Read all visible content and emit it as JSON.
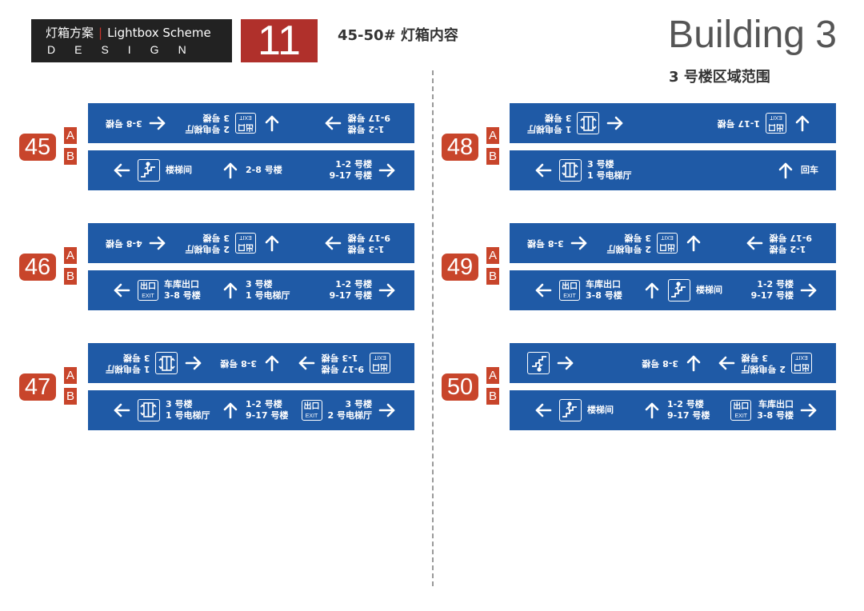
{
  "header": {
    "title_cn": "灯箱方案",
    "title_en": "Lightbox Scheme",
    "design": "DESIGN",
    "page_number": "11",
    "subtitle": "45-50# 灯箱内容",
    "building": "Building 3",
    "building_cn": "3 号楼区域范围"
  },
  "labels": {
    "a": "A",
    "b": "B"
  },
  "exit": {
    "cn": "出口",
    "en": "EXIT"
  },
  "groups": [
    {
      "number": "45",
      "a": {
        "left": {
          "arrow": "right",
          "text": [
            "1-2 号楼",
            "9-17 号楼"
          ]
        },
        "middle": {
          "arrow": "down",
          "icon": "exit-icon",
          "text": [
            "2 号电梯厅",
            "3 号楼"
          ]
        },
        "right": {
          "arrow": "left",
          "text": [
            "3-8 号楼"
          ]
        }
      },
      "b": {
        "left": {
          "arrow": "left",
          "icon": "stairs-icon",
          "text": [
            "楼梯间"
          ]
        },
        "middle": {
          "arrow": "up",
          "text": [
            "2-8 号楼"
          ]
        },
        "right": {
          "arrow": "right",
          "text": [
            "1-2 号楼",
            "9-17 号楼"
          ]
        }
      }
    },
    {
      "number": "46",
      "a": {
        "left": {
          "arrow": "right",
          "text": [
            "1-3 号楼",
            "9-17 号楼"
          ]
        },
        "middle": {
          "arrow": "down",
          "icon": "exit-icon",
          "text": [
            "2 号电梯厅",
            "3 号楼"
          ]
        },
        "right": {
          "arrow": "left",
          "text": [
            "4-8 号楼"
          ]
        }
      },
      "b": {
        "left": {
          "arrow": "left",
          "icon": "exit-icon",
          "text": [
            "车库出口",
            "3-8 号楼"
          ]
        },
        "middle": {
          "arrow": "up",
          "text": [
            "3 号楼",
            "1 号电梯厅"
          ]
        },
        "right": {
          "arrow": "right",
          "text": [
            "1-2 号楼",
            "9-17 号楼"
          ]
        }
      }
    },
    {
      "number": "47",
      "a": {
        "left": {
          "arrow": "right",
          "icon": "exit-icon",
          "text": [
            "9-17 号楼",
            "1-3 号楼"
          ]
        },
        "middle": {
          "arrow": "down",
          "text": [
            "3-8 号楼"
          ]
        },
        "right": {
          "arrow": "left",
          "icon": "elevator-icon",
          "text": [
            "1 号电梯厅",
            "3 号楼"
          ]
        }
      },
      "b": {
        "left": {
          "arrow": "left",
          "icon": "elevator-icon",
          "text": [
            "3 号楼",
            "1 号电梯厅"
          ]
        },
        "middle": {
          "arrow": "up",
          "text": [
            "1-2 号楼",
            "9-17 号楼"
          ]
        },
        "right": {
          "arrow": "right",
          "icon": "exit-icon",
          "text": [
            "3 号楼",
            "2 号电梯厅"
          ]
        }
      }
    },
    {
      "number": "48",
      "a": {
        "left": {
          "arrow": "down",
          "icon": "exit-icon",
          "text": [
            "1-17 号楼"
          ]
        },
        "right": {
          "arrow": "left",
          "icon": "elevator-icon",
          "text": [
            "1 号电梯厅",
            "3 号楼"
          ]
        }
      },
      "b": {
        "left": {
          "arrow": "left",
          "icon": "elevator-icon",
          "text": [
            "3 号楼",
            "1 号电梯厅"
          ]
        },
        "right": {
          "arrow": "up",
          "text": [
            "回车"
          ]
        }
      }
    },
    {
      "number": "49",
      "a": {
        "left": {
          "arrow": "right",
          "text": [
            "1-2 号楼",
            "9-17 号楼"
          ]
        },
        "middle": {
          "arrow": "down",
          "icon": "exit-icon",
          "text": [
            "2 号电梯厅",
            "3 号楼"
          ]
        },
        "right": {
          "arrow": "left",
          "text": [
            "3-8 号楼"
          ]
        }
      },
      "b": {
        "left": {
          "arrow": "left",
          "icon": "exit-icon",
          "text": [
            "车库出口",
            "3-8 号楼"
          ]
        },
        "middle": {
          "arrow": "up",
          "icon": "stairs-icon",
          "text": [
            "楼梯间"
          ]
        },
        "right": {
          "arrow": "right",
          "text": [
            "1-2 号楼",
            "9-17 号楼"
          ]
        }
      }
    },
    {
      "number": "50",
      "a": {
        "left": {
          "arrow": "right",
          "icon": "exit-icon",
          "text": [
            "2 号电梯厅",
            "3 号楼"
          ]
        },
        "middle": {
          "arrow": "down",
          "text": [
            "3-8 号楼"
          ]
        },
        "right": {
          "arrow": "left",
          "icon": "stairs-icon",
          "text": []
        }
      },
      "b": {
        "left": {
          "arrow": "left",
          "icon": "stairs-icon",
          "text": [
            "楼梯间"
          ]
        },
        "middle": {
          "arrow": "up",
          "text": [
            "1-2 号楼",
            "9-17 号楼"
          ]
        },
        "right": {
          "arrow": "right",
          "icon": "exit-icon",
          "text": [
            "车库出口",
            "3-8 号楼"
          ]
        }
      }
    }
  ],
  "colors": {
    "sign_blue": "#1f5aa6",
    "badge_red": "#c8452b",
    "header_red": "#b0302b",
    "header_black": "#222222"
  }
}
